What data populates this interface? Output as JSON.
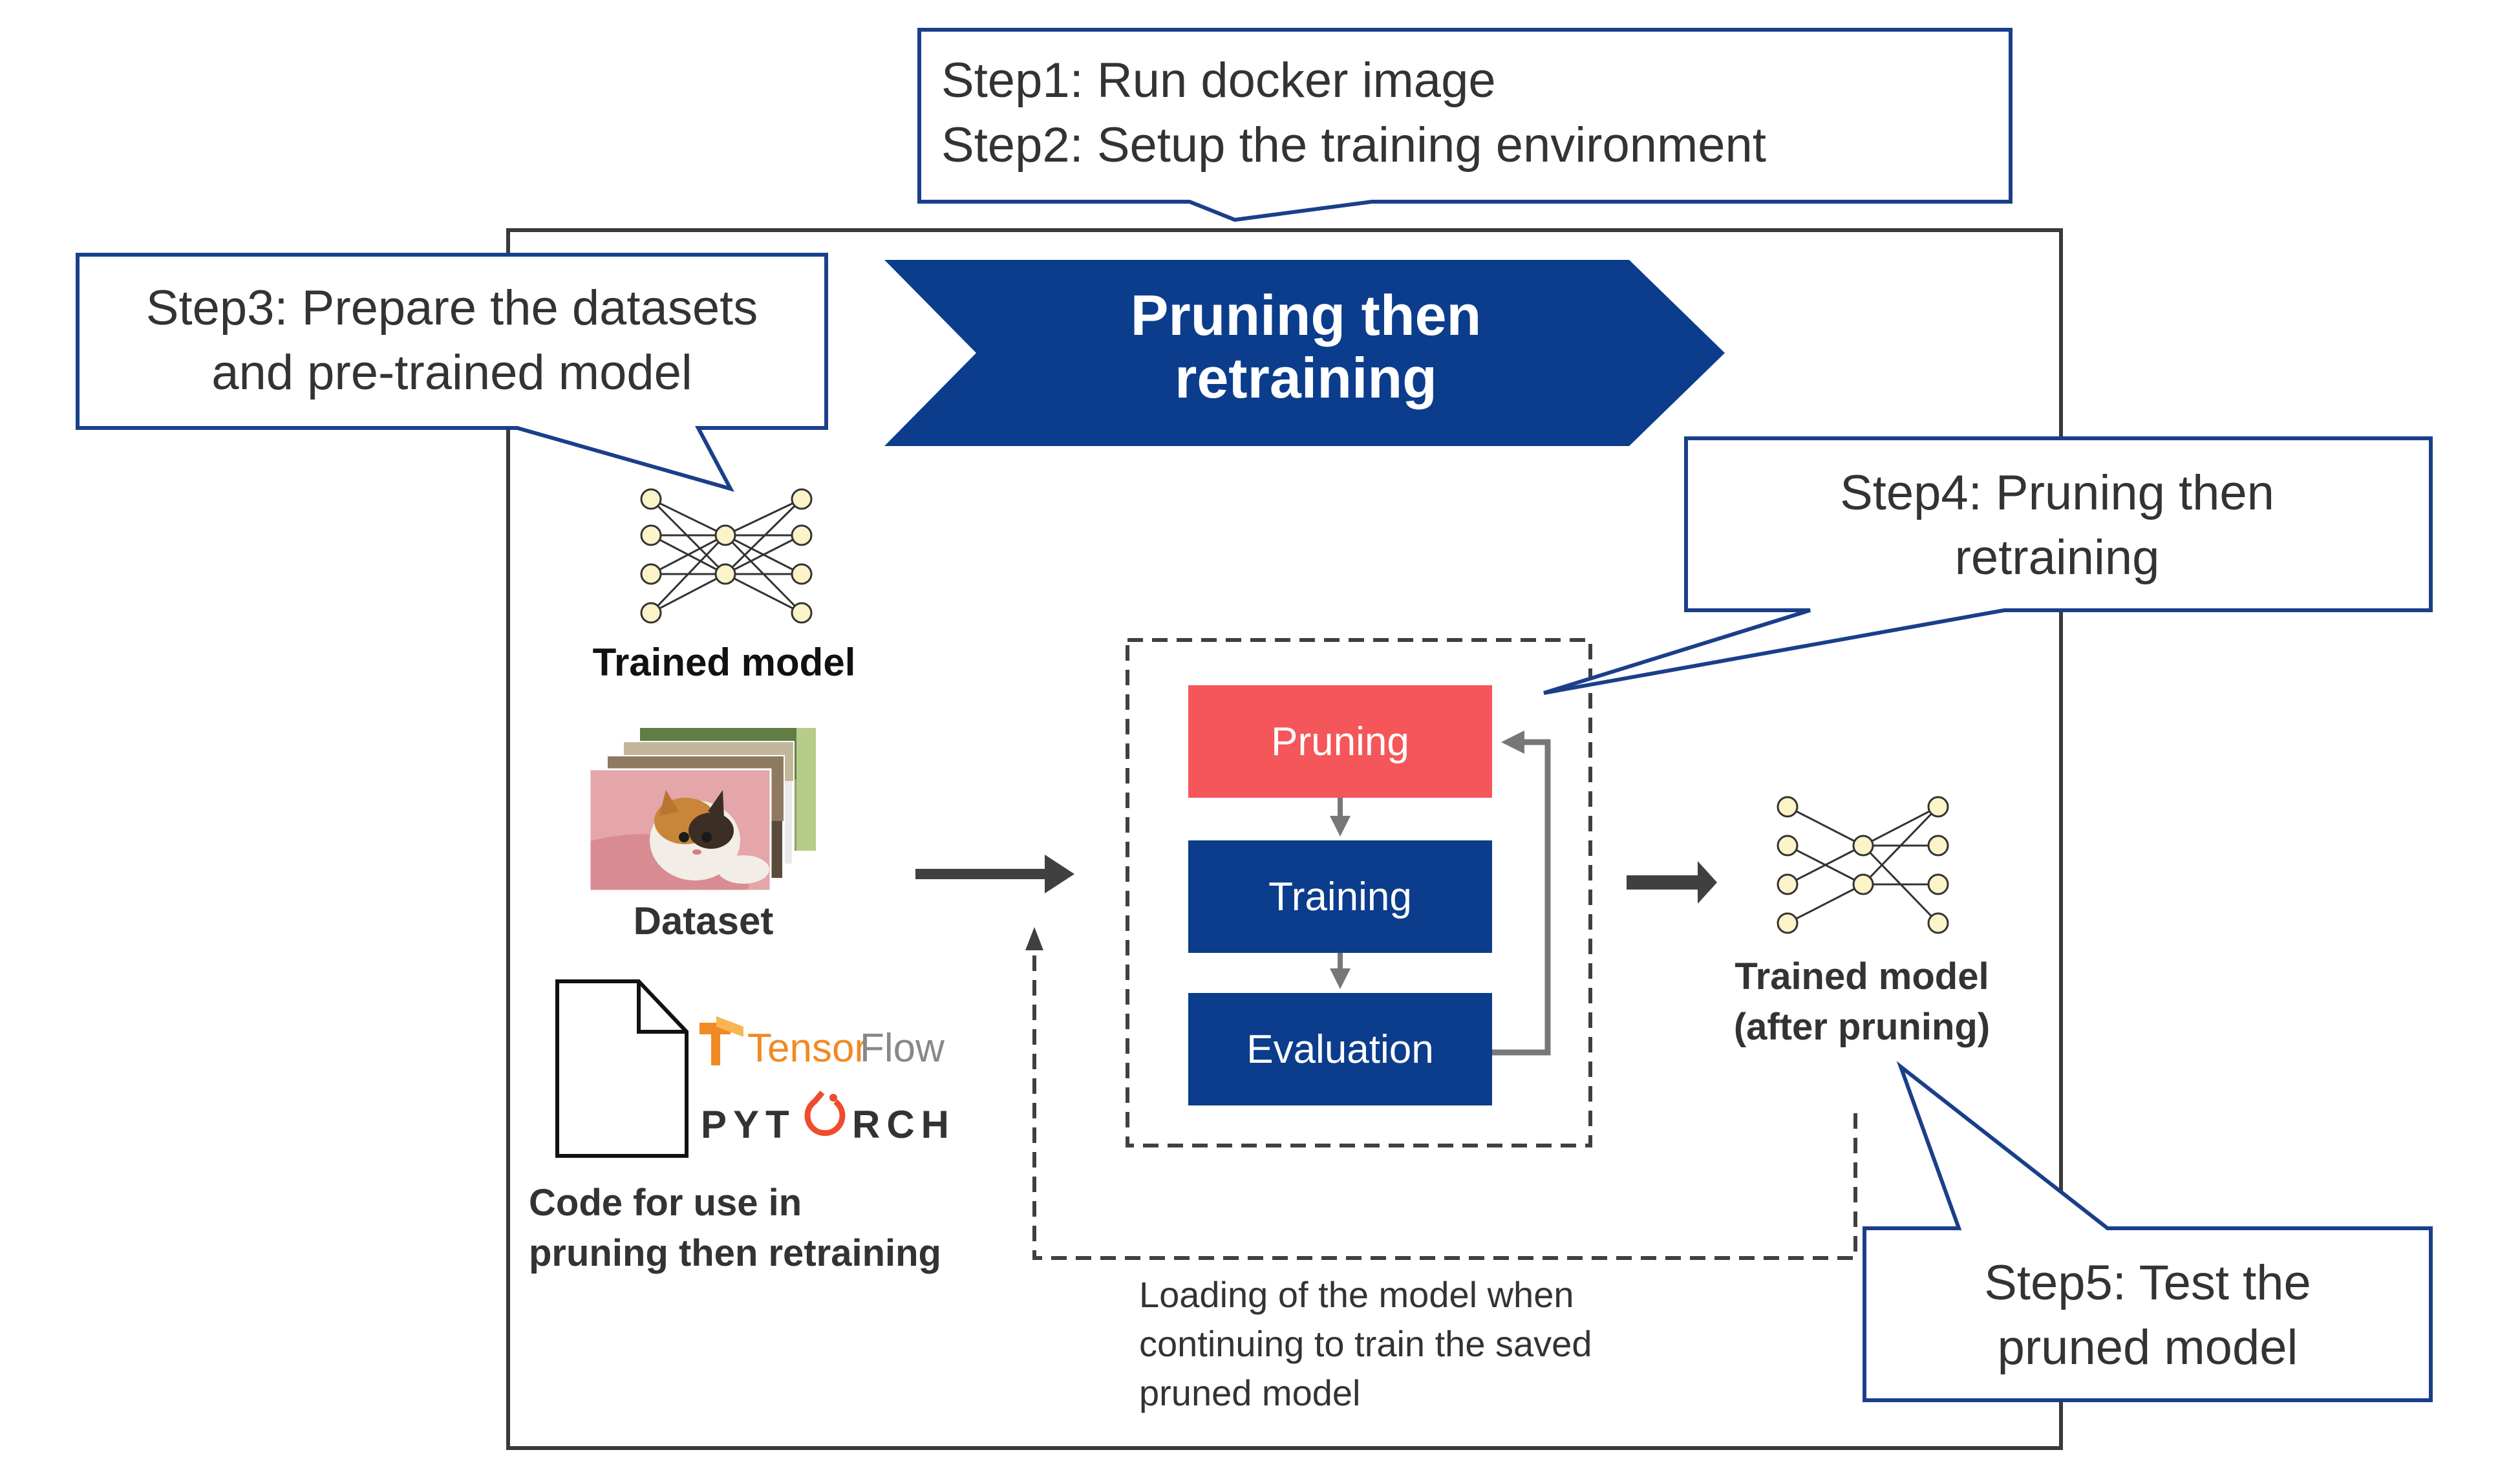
{
  "callouts": {
    "step1": "Step1: Run docker image",
    "step2": "Step2: Setup the training environment",
    "step3_line1": "Step3: Prepare the datasets",
    "step3_line2": "and pre-trained model",
    "step4_line1": "Step4: Pruning then",
    "step4_line2": "retraining",
    "step5_line1": "Step5: Test the",
    "step5_line2": "pruned model"
  },
  "banner": {
    "line1": "Pruning then",
    "line2": "retraining"
  },
  "inputs": {
    "trained_model": "Trained model",
    "dataset": "Dataset",
    "tensorflow_tensor": "Tensor",
    "tensorflow_flow": "Flow",
    "pytorch_a": "PYT",
    "pytorch_b": "RCH",
    "code_line1": "Code for use in",
    "code_line2": "pruning then retraining"
  },
  "loop": {
    "pruning": "Pruning",
    "training": "Training",
    "evaluation": "Evaluation"
  },
  "output": {
    "line1": "Trained model",
    "line2": "(after pruning)"
  },
  "note": {
    "line1": "Loading of the model when",
    "line2": "continuing to train the saved",
    "line3": "pruned model"
  },
  "colors": {
    "navy": "#0b3d8c",
    "pruning_red": "#f4565a",
    "callout_border": "#1a3f8a",
    "node_fill": "#fdf3c9",
    "tensorflow_orange": "#f08a24",
    "pytorch_flame": "#ee4c2c"
  }
}
